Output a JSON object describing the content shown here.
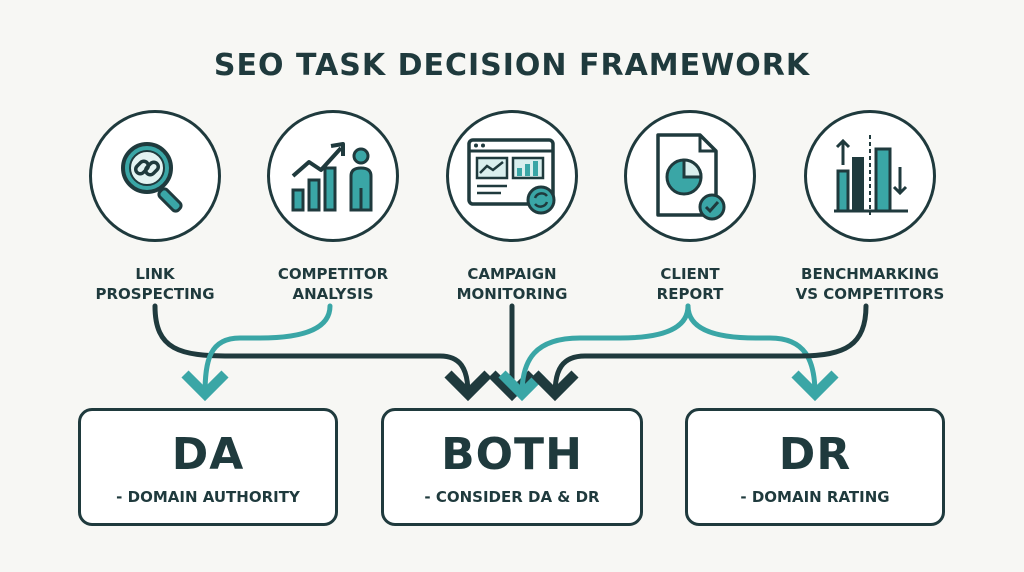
{
  "title": "SEO TASK DECISION FRAMEWORK",
  "colors": {
    "dark": "#1f3a3d",
    "teal": "#3aa6a6",
    "background": "#f7f7f4"
  },
  "tasks": [
    {
      "label": "LINK\nPROSPECTING",
      "icon": "magnifier-link-icon"
    },
    {
      "label": "COMPETITOR\nANALYSIS",
      "icon": "growth-chart-person-icon"
    },
    {
      "label": "CAMPAIGN\nMONITORING",
      "icon": "dashboard-window-icon"
    },
    {
      "label": "CLIENT\nREPORT",
      "icon": "report-pie-check-icon"
    },
    {
      "label": "BENCHMARKING\nVS COMPETITORS",
      "icon": "benchmark-bars-icon"
    }
  ],
  "outcomes": [
    {
      "code": "DA",
      "subtitle": "- DOMAIN AUTHORITY"
    },
    {
      "code": "BOTH",
      "subtitle": "- CONSIDER DA & DR"
    },
    {
      "code": "DR",
      "subtitle": "- DOMAIN RATING"
    }
  ]
}
